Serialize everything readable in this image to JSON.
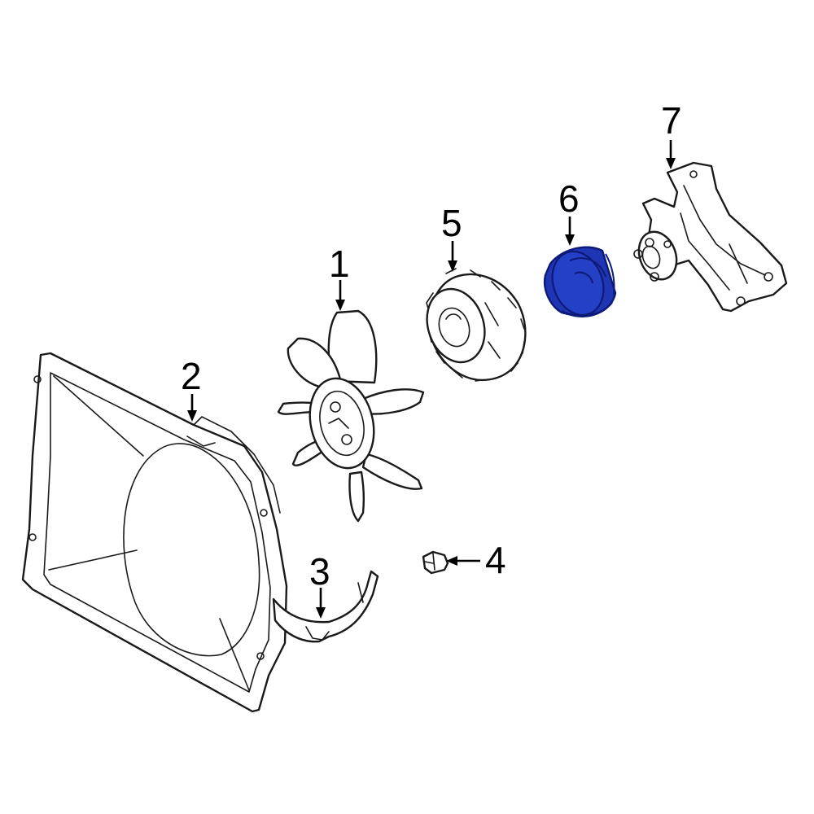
{
  "colors": {
    "line": "#1a1a1a",
    "highlight": "#1f35b4",
    "highlight_dark": "#0d1a78",
    "background": "#ffffff"
  },
  "callouts": [
    {
      "id": "1",
      "label": "1"
    },
    {
      "id": "2",
      "label": "2"
    },
    {
      "id": "3",
      "label": "3"
    },
    {
      "id": "4",
      "label": "4"
    },
    {
      "id": "5",
      "label": "5"
    },
    {
      "id": "6",
      "label": "6"
    },
    {
      "id": "7",
      "label": "7"
    }
  ],
  "highlighted_part": "6"
}
